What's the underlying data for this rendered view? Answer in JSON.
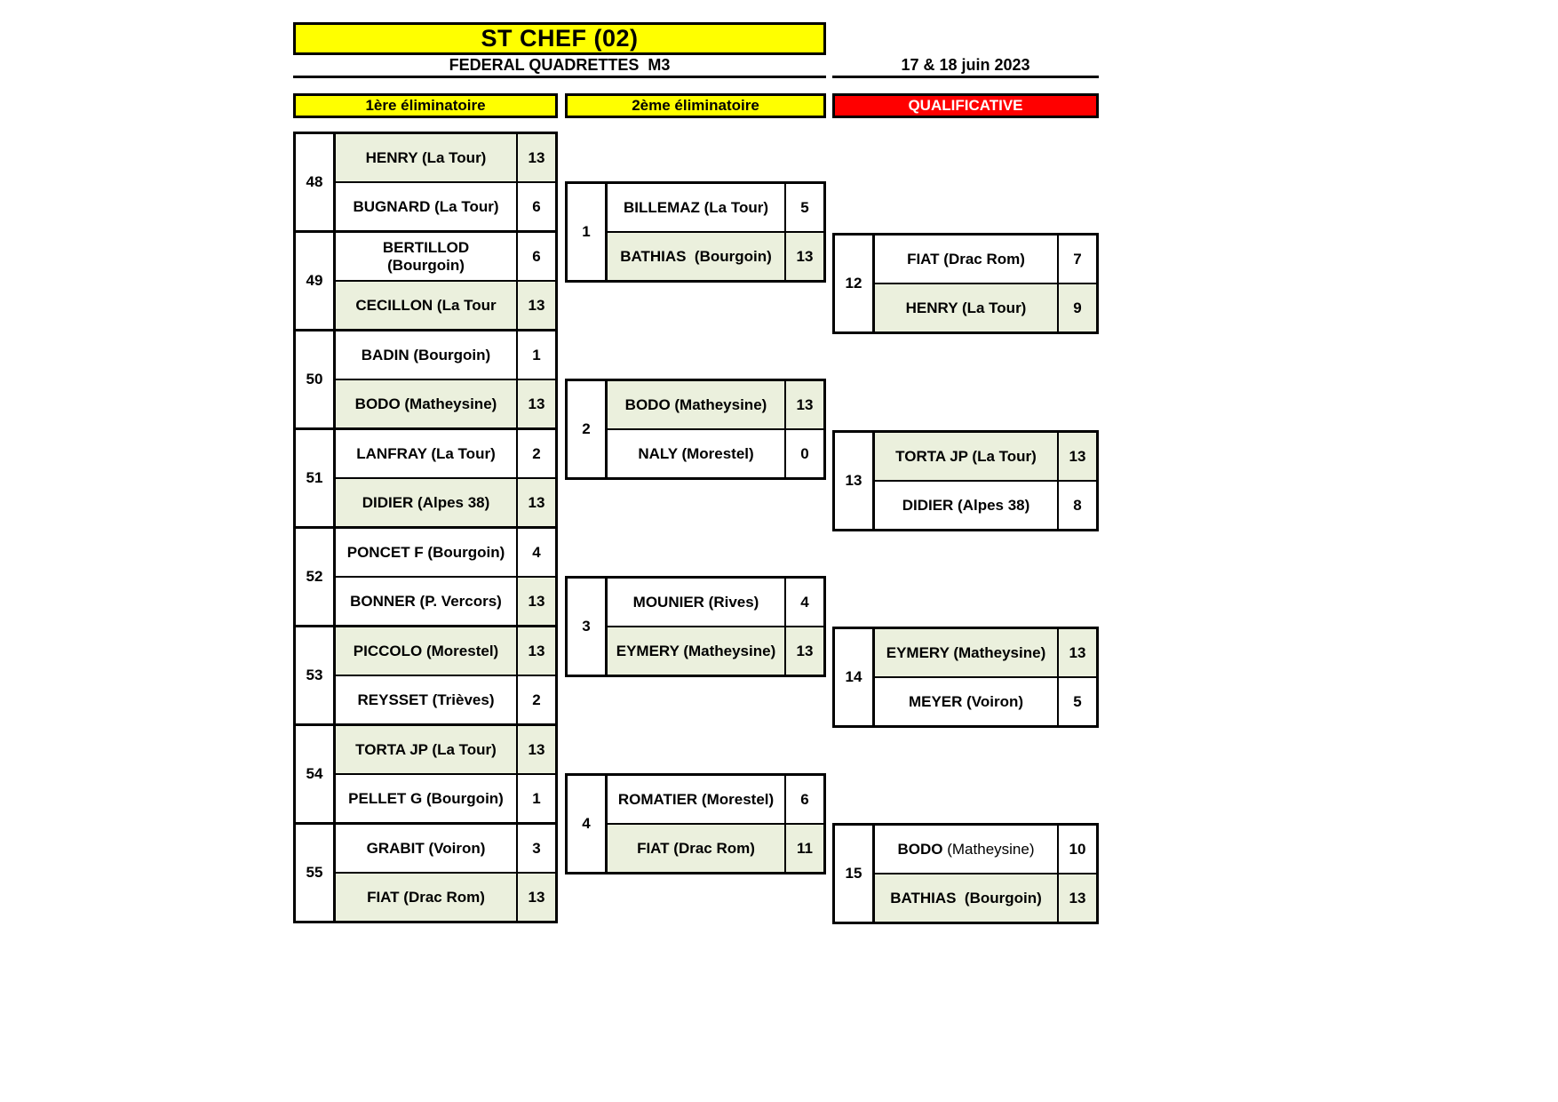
{
  "header": {
    "title": "ST CHEF (02)",
    "subtitle": "FEDERAL QUADRETTES  M3",
    "date": "17 & 18 juin 2023"
  },
  "colors": {
    "header_yellow": "#FFFF00",
    "header_red": "#FF0000",
    "winner_highlight": "#EBF0DD",
    "border_black": "#000000"
  },
  "round1": {
    "label": "1ère éliminatoire",
    "matches": [
      {
        "num": "48",
        "teams": [
          {
            "label": "HENRY (La Tour)",
            "score": "13",
            "winner": true
          },
          {
            "label": "BUGNARD (La Tour)",
            "score": "6",
            "winner": false
          }
        ]
      },
      {
        "num": "49",
        "teams": [
          {
            "label": "BERTILLOD (Bourgoin)",
            "score": "6",
            "winner": false
          },
          {
            "label": "CECILLON (La Tour",
            "score": "13",
            "winner": true
          }
        ]
      },
      {
        "num": "50",
        "teams": [
          {
            "label": "BADIN (Bourgoin)",
            "score": "1",
            "winner": false
          },
          {
            "label": "BODO (Matheysine)",
            "score": "13",
            "winner": true
          }
        ]
      },
      {
        "num": "51",
        "teams": [
          {
            "label": "LANFRAY (La Tour)",
            "score": "2",
            "winner": false
          },
          {
            "label": "DIDIER (Alpes 38)",
            "score": "13",
            "winner": true
          }
        ]
      },
      {
        "num": "52",
        "teams": [
          {
            "label": "PONCET F (Bourgoin)",
            "score": "4",
            "winner": false
          },
          {
            "label": "BONNER (P. Vercors)",
            "score": "13",
            "winner": true
          }
        ]
      },
      {
        "num": "53",
        "teams": [
          {
            "label": "PICCOLO (Morestel)",
            "score": "13",
            "winner": true
          },
          {
            "label": "REYSSET (Trièves)",
            "score": "2",
            "winner": false
          }
        ]
      },
      {
        "num": "54",
        "teams": [
          {
            "label": "TORTA JP (La Tour)",
            "score": "13",
            "winner": true
          },
          {
            "label": "PELLET G (Bourgoin)",
            "score": "1",
            "winner": false
          }
        ]
      },
      {
        "num": "55",
        "teams": [
          {
            "label": "GRABIT (Voiron)",
            "score": "3",
            "winner": false
          },
          {
            "label": "FIAT (Drac Rom)",
            "score": "13",
            "winner": true
          }
        ]
      }
    ]
  },
  "round2": {
    "label": "2ème éliminatoire",
    "matches": [
      {
        "num": "1",
        "teams": [
          {
            "label": "BILLEMAZ (La Tour)",
            "score": "5",
            "winner": false
          },
          {
            "label": "BATHIAS  (Bourgoin)",
            "score": "13",
            "winner": true
          }
        ]
      },
      {
        "num": "2",
        "teams": [
          {
            "label": "BODO (Matheysine)",
            "score": "13",
            "winner": true
          },
          {
            "label": "NALY (Morestel)",
            "score": "0",
            "winner": false
          }
        ]
      },
      {
        "num": "3",
        "teams": [
          {
            "label": "MOUNIER (Rives)",
            "score": "4",
            "winner": false
          },
          {
            "label": "EYMERY (Matheysine)",
            "score": "13",
            "winner": true
          }
        ]
      },
      {
        "num": "4",
        "teams": [
          {
            "label": "ROMATIER (Morestel)",
            "score": "6",
            "winner": false
          },
          {
            "label": "FIAT (Drac Rom)",
            "score": "11",
            "winner": true
          }
        ]
      }
    ]
  },
  "qualificative": {
    "label": "QUALIFICATIVE",
    "matches": [
      {
        "num": "12",
        "teams": [
          {
            "label": "FIAT (Drac Rom)",
            "score": "7",
            "winner": false
          },
          {
            "label": "HENRY (La Tour)",
            "score": "9",
            "winner": true
          }
        ]
      },
      {
        "num": "13",
        "teams": [
          {
            "label": "TORTA JP (La Tour)",
            "score": "13",
            "winner": true
          },
          {
            "label": "DIDIER (Alpes 38)",
            "score": "8",
            "winner": false
          }
        ]
      },
      {
        "num": "14",
        "teams": [
          {
            "label": "EYMERY (Matheysine)",
            "score": "13",
            "winner": true
          },
          {
            "label": "MEYER (Voiron)",
            "score": "5",
            "winner": false
          }
        ]
      },
      {
        "num": "15",
        "teams": [
          {
            "name_main": "BODO",
            "name_rest": "(Matheysine)",
            "score": "10",
            "winner": false
          },
          {
            "label": "BATHIAS  (Bourgoin)",
            "score": "13",
            "winner": true
          }
        ]
      }
    ]
  }
}
